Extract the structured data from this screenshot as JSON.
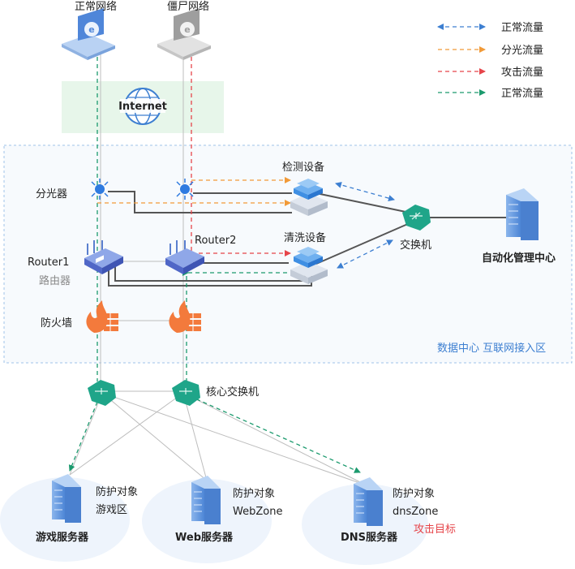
{
  "clients": {
    "normal_network": "正常网络",
    "zombie_network": "僵尸网络"
  },
  "internet": "Internet",
  "legend": [
    {
      "label": "正常流量",
      "color": "#3d7fd1",
      "arrows": "both"
    },
    {
      "label": "分光流量",
      "color": "#f19a38",
      "arrows": "end"
    },
    {
      "label": "攻击流量",
      "color": "#e6454a",
      "arrows": "end"
    },
    {
      "label": "正常流量",
      "color": "#1c9a6e",
      "arrows": "end"
    }
  ],
  "datacenter": {
    "splitter_label": "分光器",
    "router1_name": "Router1",
    "router1_type": "路由器",
    "router2_name": "Router2",
    "firewall_label": "防火墙",
    "detect_device": "检测设备",
    "clean_device": "清洗设备",
    "switch_label": "交换机",
    "mgmt_center": "自动化管理中心",
    "zone_label": "数据中心  互联网接入区"
  },
  "core_switch_label": "核心交换机",
  "servers": [
    {
      "name": "游戏服务器",
      "line1": "防护对象",
      "line2": "游戏区"
    },
    {
      "name": "Web服务器",
      "line1": "防护对象",
      "line2": "WebZone"
    },
    {
      "name": "DNS服务器",
      "line1": "防护对象",
      "line2": "dnsZone",
      "tag": "攻击目标"
    }
  ],
  "colors": {
    "normal_blue": "#3d7fd1",
    "split_orange": "#f19a38",
    "attack_red": "#e6454a",
    "normal_green": "#1c9a6e"
  }
}
